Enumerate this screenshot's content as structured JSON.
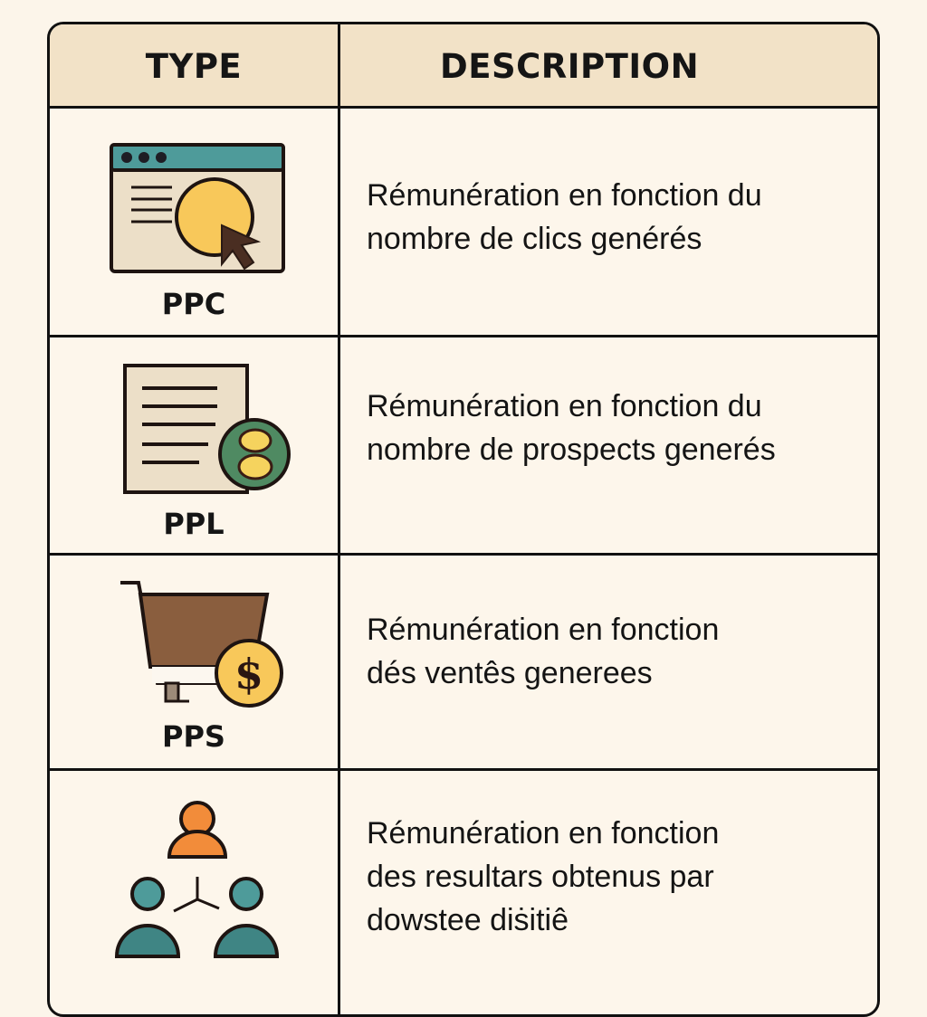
{
  "header": {
    "type_label": "TYPE",
    "description_label": "DESCRIPTION"
  },
  "colors": {
    "background": "#fcf5ea",
    "header_bg": "#f2e2c7",
    "border": "#111111",
    "teal": "#4e9b9a",
    "yellow": "#f8c85a",
    "green": "#4f8a62",
    "brown": "#8a5e3e",
    "orange": "#f28c3a"
  },
  "rows": [
    {
      "code": "PPC",
      "icon": "browser-click-icon",
      "description_line1": "Rémunération en fonction du",
      "description_line2": "nombre de clics genérés",
      "description_line3": ""
    },
    {
      "code": "PPL",
      "icon": "document-coin-icon",
      "description_line1": "Rémunération en fonction du",
      "description_line2": "nombre de prospects generés",
      "description_line3": ""
    },
    {
      "code": "PPS",
      "icon": "shopping-cart-dollar-icon",
      "description_line1": "Rémunération en fonction",
      "description_line2": "dés ventês generees",
      "description_line3": ""
    },
    {
      "code": "",
      "icon": "people-network-icon",
      "description_line1": "Rémunération en fonction",
      "description_line2": "des resultars obtenus par",
      "description_line3": "dowstee diṡitiê"
    }
  ]
}
